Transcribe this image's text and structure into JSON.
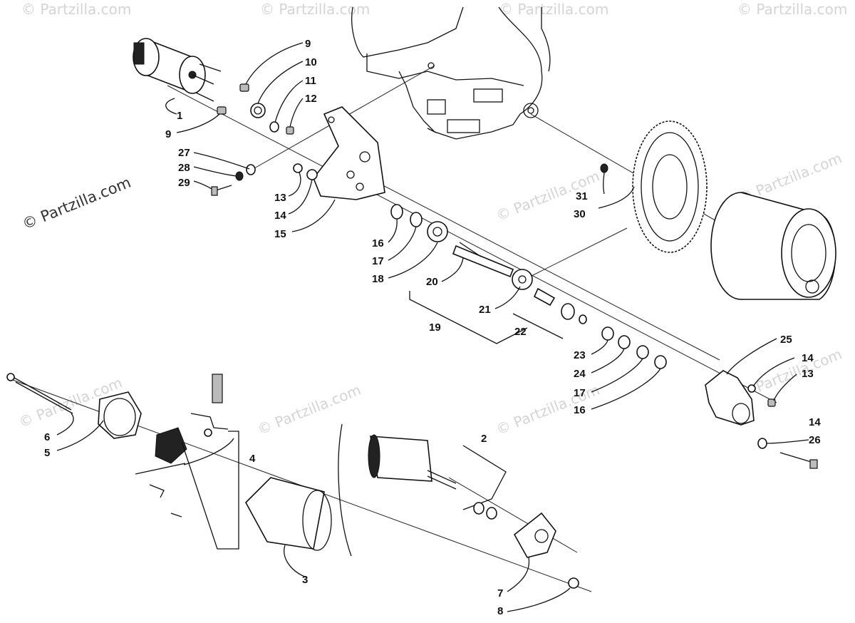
{
  "watermarks": [
    "© Partzilla.com",
    "© Partzilla.com"
  ],
  "callouts": {
    "c1": "1",
    "c2": "2",
    "c3": "3",
    "c4": "4",
    "c5": "5",
    "c6": "6",
    "c7": "7",
    "c8": "8",
    "c9a": "9",
    "c9b": "9",
    "c10": "10",
    "c11": "11",
    "c12": "12",
    "c13a": "13",
    "c13b": "13",
    "c14a": "14",
    "c14b": "14",
    "c14c": "14",
    "c15": "15",
    "c16a": "16",
    "c16b": "16",
    "c17a": "17",
    "c17b": "17",
    "c18": "18",
    "c19": "19",
    "c20": "20",
    "c21": "21",
    "c22": "22",
    "c23": "23",
    "c24": "24",
    "c25": "25",
    "c26": "26",
    "c27": "27",
    "c28": "28",
    "c29": "29",
    "c30": "30",
    "c31": "31"
  }
}
